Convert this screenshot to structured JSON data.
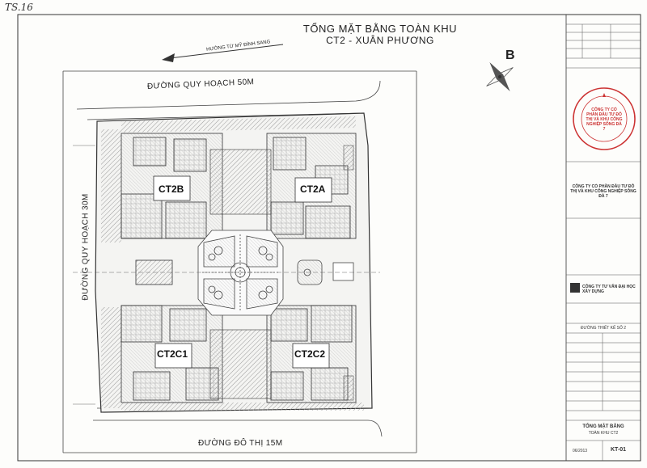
{
  "corner_note": "TS.16",
  "title": {
    "line1": "TỔNG MẶT BẰNG TOÀN KHU",
    "line2": "CT2 - XUÂN PHƯƠNG"
  },
  "direction": {
    "label": "HƯỚNG TỪ MỸ ĐÌNH SANG"
  },
  "compass": {
    "letter": "B"
  },
  "streets": {
    "top": "ĐƯỜNG QUY HOẠCH 50M",
    "left": "ĐƯỜNG QUY HOẠCH 30M",
    "bottom": "ĐƯỜNG ĐÔ THỊ 15M"
  },
  "buildings": {
    "ct2b": "CT2B",
    "ct2a": "CT2A",
    "ct2c1": "CT2C1",
    "ct2c2": "CT2C2"
  },
  "title_block": {
    "owner": "CÔNG TY CỔ PHẦN ĐẦU TƯ ĐÔ THỊ VÀ KHU CÔNG NGHIỆP SÔNG ĐÀ 7",
    "consultant": "CÔNG TY TƯ VẤN ĐẠI HỌC XÂY DỰNG",
    "phase": "ĐƯỜNG THIẾT KẾ SỐ 2",
    "drawing_title": "TỔNG MẶT BẰNG",
    "drawing_subtitle": "TOÀN KHU CT2",
    "drawing_no": "KT-01",
    "date": "06/2013"
  },
  "colors": {
    "stamp": "#cc3333",
    "line": "#333333",
    "hatch": "#9a9a9a"
  }
}
